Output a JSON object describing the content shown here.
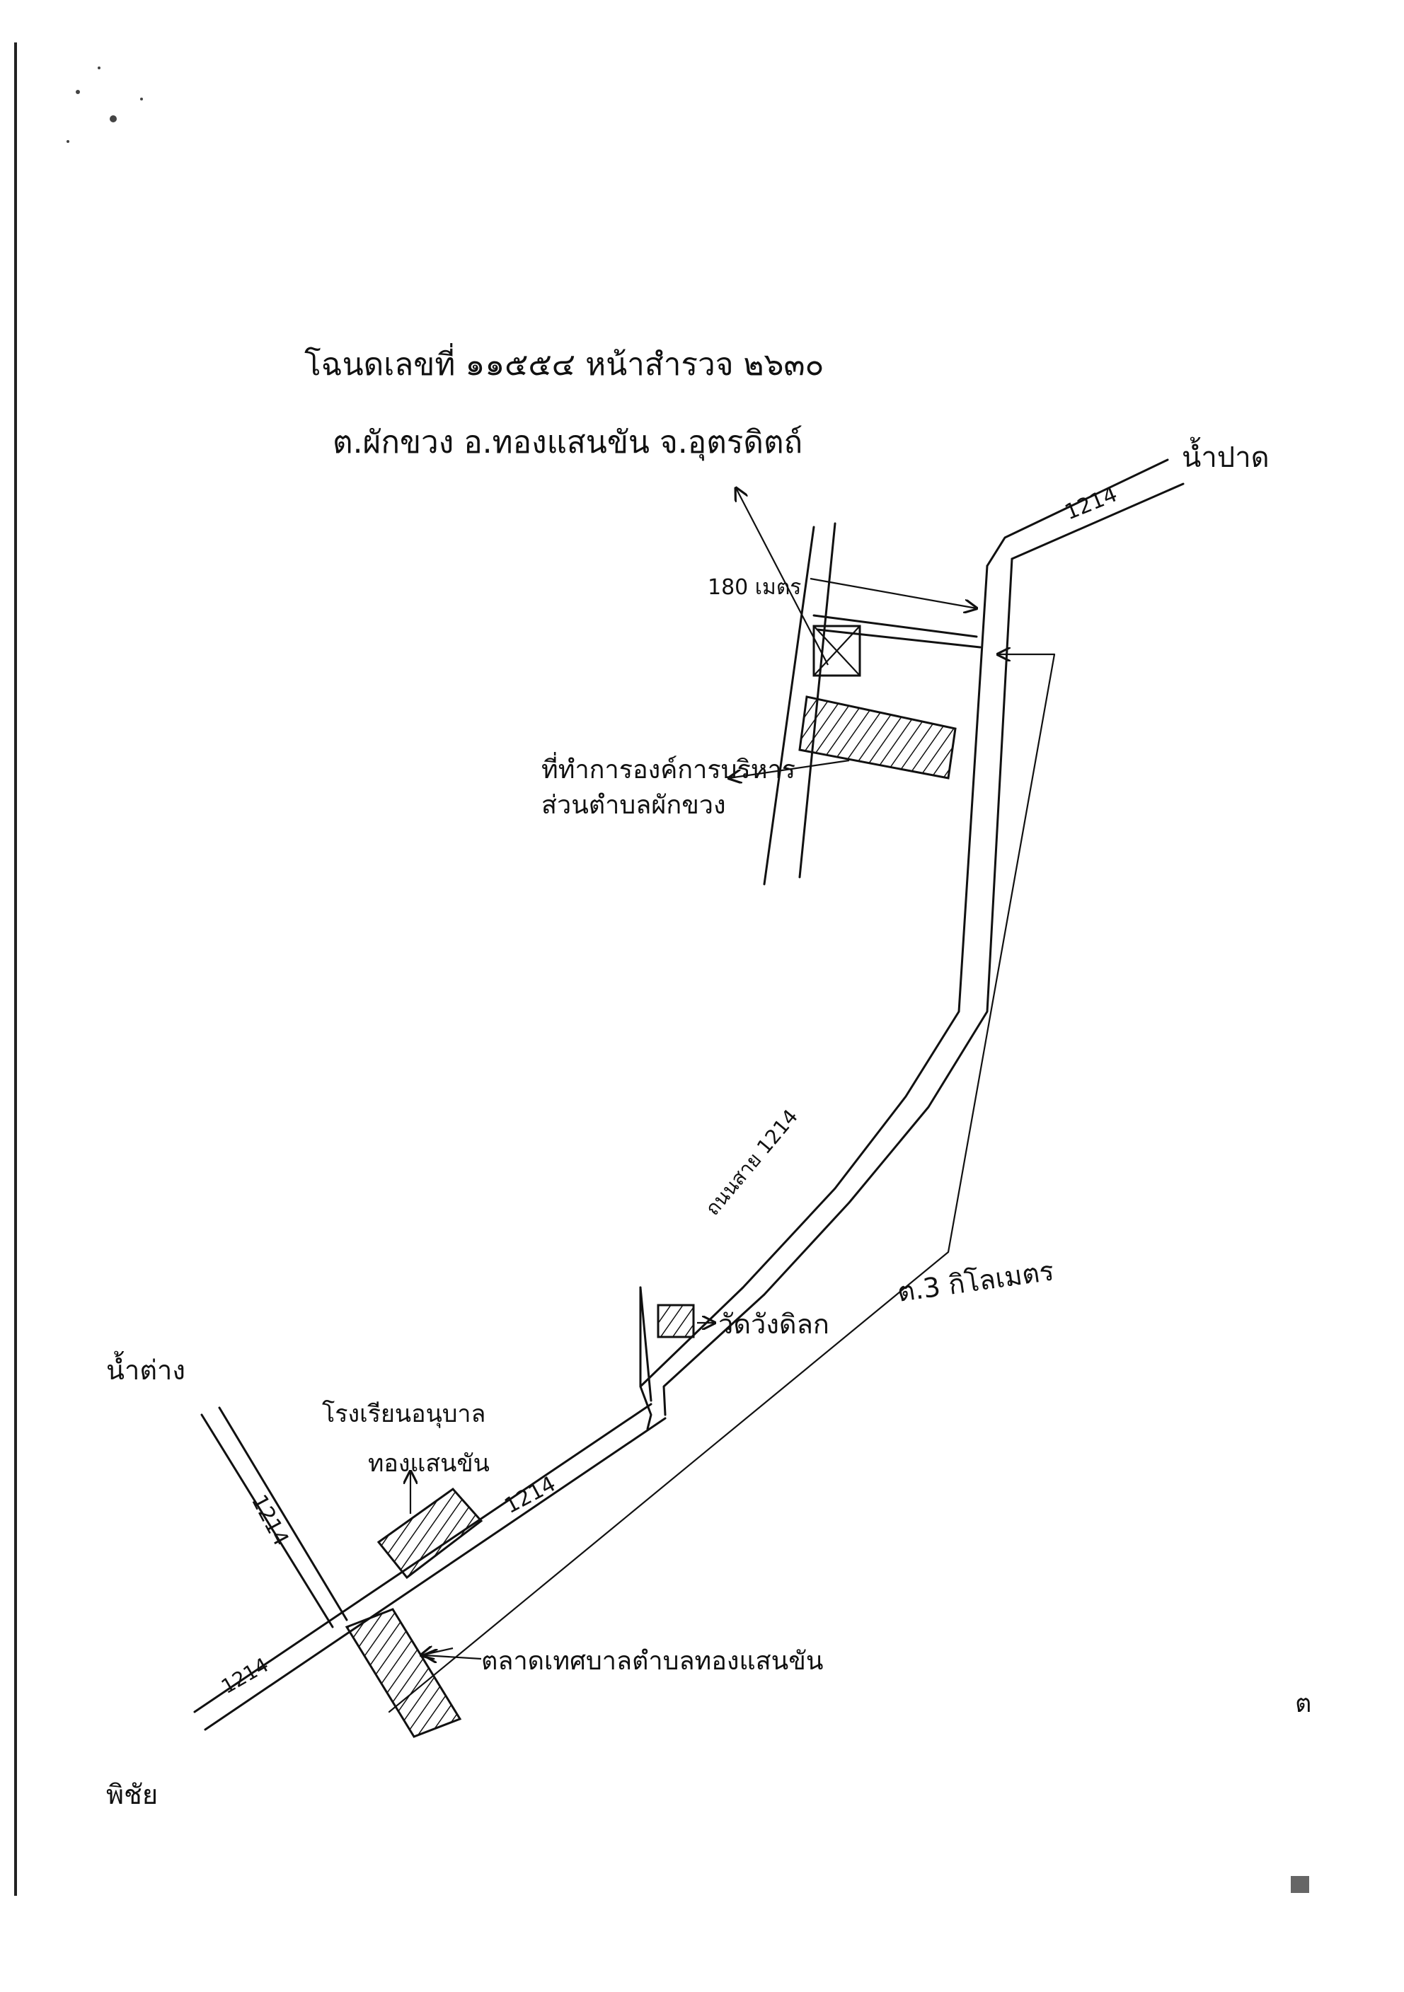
{
  "title_line1": "โฉนดเลขที่ ๑๑๕๕๔ หน้าสำรวจ ๒๖๓๐",
  "title_line2": "ต.ผักขวง อ.ทองแสนขัน จ.อุตรดิตถ์",
  "labels": {
    "top_right": "น้ำปาด",
    "distance_180": "180 เมตร",
    "office": "ที่ทำการองค์การบริหาร",
    "office_line2": "ส่วนตำบลผักขวง",
    "temple": "วัดวังดิลก",
    "distance_3km": "ต.3 กิโลเมตร",
    "left_top": "น้ำต่าง",
    "school_line1": "โรงเรียนอนุบาล",
    "school_line2": "ทองแสนขัน",
    "market": "ตลาดเทศบาลตำบลทองแสนขัน",
    "left_bottom": "พิชัย",
    "road_label": "ถนนสาย 1214",
    "road_1214_a": "1214",
    "road_1214_b": "1214",
    "road_1214_c": "1214",
    "road_1214_d": "1214",
    "margin_mark": "ต"
  }
}
